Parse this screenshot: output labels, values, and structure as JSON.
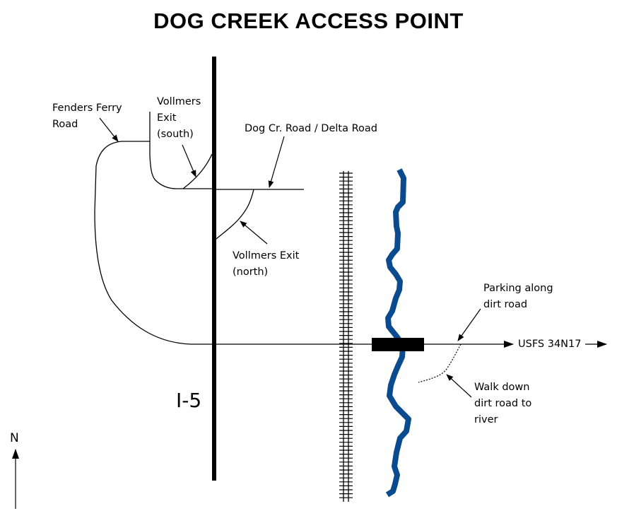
{
  "title": "DOG CREEK ACCESS POINT",
  "colors": {
    "river": "#0a4b8f",
    "roads": "#000000",
    "background": "#ffffff"
  },
  "labels": {
    "fenders_ferry": "Fenders Ferry\nRoad",
    "vollmers_south": "Vollmers\nExit\n(south)",
    "dog_creek_road": "Dog Cr. Road / Delta Road",
    "vollmers_north": "Vollmers Exit\n(north)",
    "parking": "Parking along\ndirt road",
    "usfs": "USFS 34N17",
    "walk": "Walk down\ndirt road to\nriver",
    "interstate": "I-5",
    "north": "N"
  },
  "features": [
    {
      "name": "I-5",
      "type": "highway"
    },
    {
      "name": "Fenders Ferry Road",
      "type": "road"
    },
    {
      "name": "Vollmers Exit (south)",
      "type": "ramp"
    },
    {
      "name": "Vollmers Exit (north)",
      "type": "ramp"
    },
    {
      "name": "Dog Cr. Road / Delta Road",
      "type": "road"
    },
    {
      "name": "Railroad",
      "type": "railroad"
    },
    {
      "name": "Dog Creek",
      "type": "river"
    },
    {
      "name": "Bridge",
      "type": "bridge"
    },
    {
      "name": "USFS 34N17",
      "type": "road"
    },
    {
      "name": "Dirt road to river",
      "type": "trail"
    }
  ]
}
